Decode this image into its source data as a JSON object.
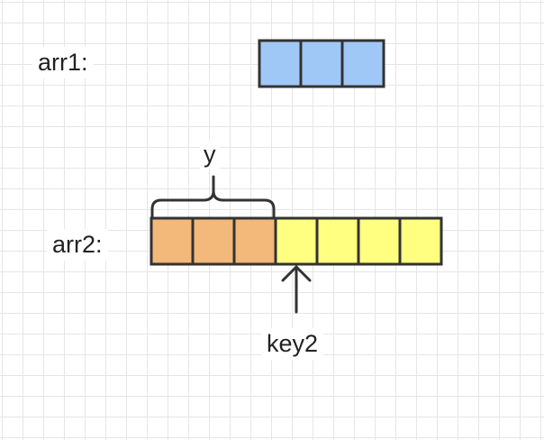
{
  "labels": {
    "arr1": "arr1:",
    "arr2": "arr2:",
    "y": "y",
    "key2": "key2"
  },
  "arrays": {
    "arr1": {
      "cells": 3,
      "color": "#a0c8f7"
    },
    "arr2": {
      "segments": [
        {
          "count": 3,
          "color": "#f2b97a"
        },
        {
          "count": 4,
          "color": "#ffff80"
        }
      ]
    }
  },
  "annotations": {
    "brace_covers": "first 3 cells of arr2",
    "arrow_points_to": "4th cell of arr2"
  },
  "colors": {
    "cell_border": "#333333",
    "grid": "#e6e6e6",
    "background": "#ffffff"
  }
}
